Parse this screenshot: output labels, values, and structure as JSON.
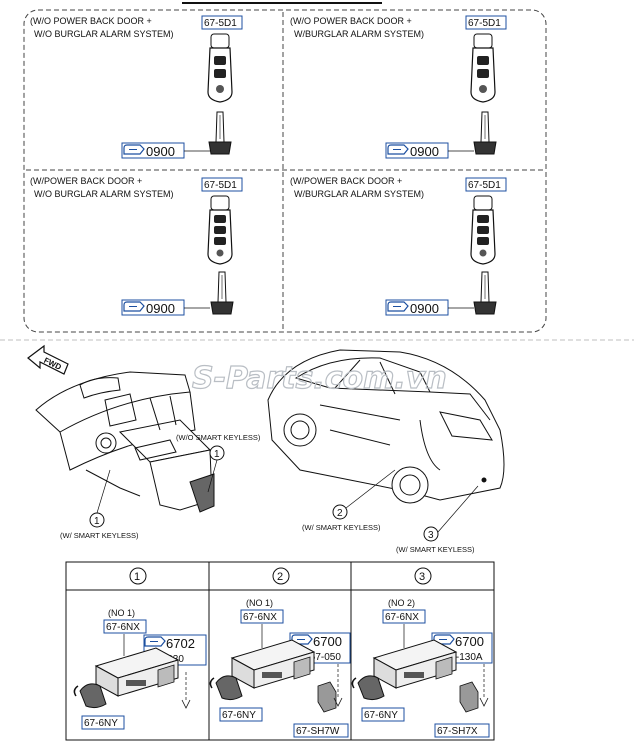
{
  "keys": {
    "key_code": "67-5D1",
    "blade_code": "0900",
    "panels": [
      {
        "line1": "(W/O POWER BACK DOOR +",
        "line2": "W/O BURGLAR ALARM SYSTEM)"
      },
      {
        "line1": "(W/O POWER BACK DOOR +",
        "line2": "W/BURGLAR ALARM SYSTEM)"
      },
      {
        "line1": "(W/POWER BACK DOOR +",
        "line2": "W/O BURGLAR ALARM SYSTEM)"
      },
      {
        "line1": "(W/POWER BACK DOOR +",
        "line2": "W/BURGLAR ALARM SYSTEM)"
      }
    ]
  },
  "watermark": "S-Parts.com.vn",
  "locator": {
    "fwd": "FWD",
    "wo_smart_keyless": "(W/O SMART KEYLESS)",
    "w_smart_keyless": "(W/ SMART KEYLESS)",
    "callouts": [
      "1",
      "2",
      "3"
    ]
  },
  "table": {
    "headers": [
      "1",
      "2",
      "3"
    ],
    "columns": [
      {
        "note": "(NO 1)",
        "part": "67-6NX",
        "code": "6702",
        "sub": "/67-030",
        "bottom_part": "67-6NY",
        "extra": ""
      },
      {
        "note": "(NO 1)",
        "part": "67-6NX",
        "code": "6700",
        "sub": "/67-050",
        "bottom_part": "67-6NY",
        "extra": "67-SH7W"
      },
      {
        "note": "(NO 2)",
        "part": "67-6NX",
        "code": "6700",
        "sub": "/67-130A",
        "bottom_part": "67-6NY",
        "extra": "67-SH7X"
      }
    ]
  }
}
